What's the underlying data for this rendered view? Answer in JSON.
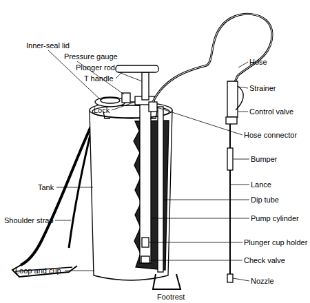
{
  "diagram": {
    "labels": [
      "Inner-seal lid",
      "Pressure gauge",
      "Plunger rod",
      "T handle",
      "Lock",
      "Hose",
      "Strainer",
      "Control valve",
      "Hose connector",
      "Bumper",
      "Lance",
      "Dip tube",
      "Pump cylinder",
      "Plunger cup holder",
      "Check valve",
      "Nozzle",
      "Tank",
      "Shoulder strap",
      "Loop and cup",
      "Footrest"
    ]
  }
}
